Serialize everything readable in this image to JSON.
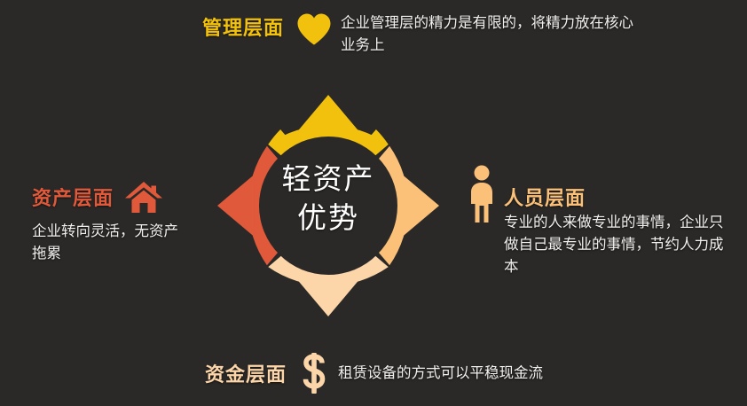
{
  "theme": {
    "background": "#2b2927",
    "body_text": "#f2f0ee"
  },
  "center": {
    "line1": "轻资产",
    "line2": "优势"
  },
  "segments": [
    {
      "id": "management",
      "position": "top",
      "color": "#f2c10e"
    },
    {
      "id": "people",
      "position": "right",
      "color": "#fcc179"
    },
    {
      "id": "funds",
      "position": "bottom",
      "color": "#fcd5a8"
    },
    {
      "id": "asset",
      "position": "left",
      "color": "#e0593a"
    }
  ],
  "callouts": {
    "management": {
      "label": "管理层面",
      "label_color": "#f2c10e",
      "icon": "heart-icon",
      "icon_color": "#f2c10e",
      "description": "企业管理层的精力是有限的，将精力放在核心业务上"
    },
    "asset": {
      "label": "资产层面",
      "label_color": "#e0593a",
      "icon": "house-icon",
      "icon_color": "#e0593a",
      "description": "企业转向灵活，无资产拖累"
    },
    "people": {
      "label": "人员层面",
      "label_color": "#fcc179",
      "icon": "person-icon",
      "icon_color": "#fcc179",
      "description": "专业的人来做专业的事情，企业只做自己最专业的事情，节约人力成本"
    },
    "funds": {
      "label": "资金层面",
      "label_color": "#fcd5a8",
      "icon": "dollar-icon",
      "icon_color": "#fcd5a8",
      "description": "租赁设备的方式可以平稳现金流"
    }
  }
}
